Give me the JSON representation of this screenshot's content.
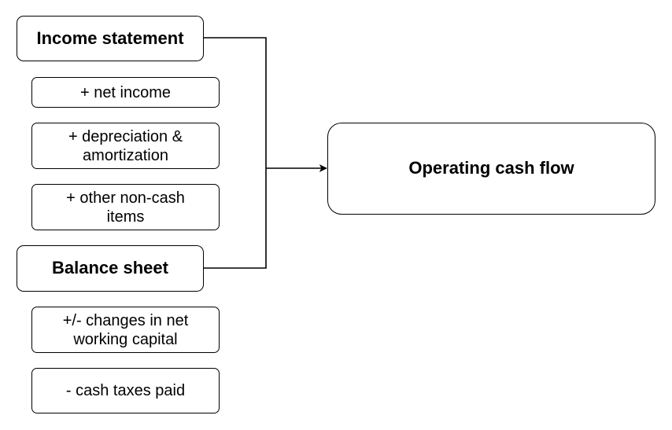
{
  "diagram": {
    "income_statement": "Income statement",
    "items_income": [
      "+ net income",
      "+ depreciation & amortization",
      "+ other non-cash items"
    ],
    "balance_sheet": "Balance sheet",
    "items_balance": [
      "+/- changes in net working capital",
      "- cash taxes paid"
    ],
    "target": "Operating cash flow"
  }
}
